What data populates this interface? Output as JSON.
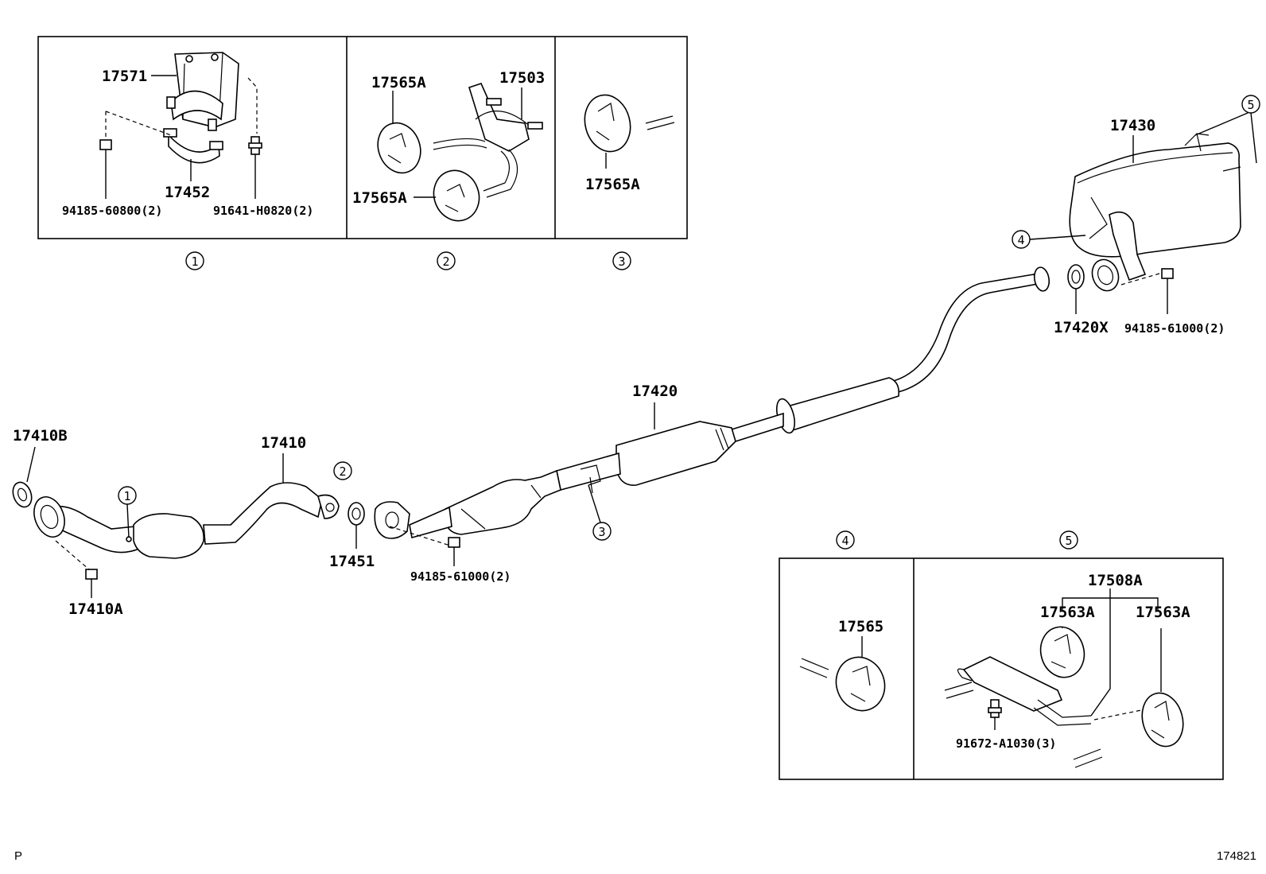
{
  "labels": {
    "p17571": "17571",
    "p17452": "17452",
    "p94185_60800": "94185-60800(2)",
    "p91641_h0820": "91641-H0820(2)",
    "p17565a_1": "17565A",
    "p17503": "17503",
    "p17565a_2": "17565A",
    "p17565a_3": "17565A",
    "p17430": "17430",
    "p17420x": "17420X",
    "p94185_61000_a": "94185-61000(2)",
    "p17420": "17420",
    "p17410b": "17410B",
    "p17410": "17410",
    "p17451": "17451",
    "p17410a": "17410A",
    "p94185_61000_b": "94185-61000(2)",
    "p17565": "17565",
    "p17508a": "17508A",
    "p17563a_1": "17563A",
    "p17563a_2": "17563A",
    "p91672_a1030": "91672-A1030(3)"
  },
  "callouts": {
    "c1_box": "1",
    "c2_box": "2",
    "c3_box": "3",
    "c4_box": "4",
    "c5_box": "5",
    "c1_pipe": "1",
    "c2_pipe": "2",
    "c3_pipe": "3",
    "c4_muffler": "4",
    "c5_muffler": "5"
  },
  "corner": {
    "left": "P",
    "right": "174821"
  }
}
